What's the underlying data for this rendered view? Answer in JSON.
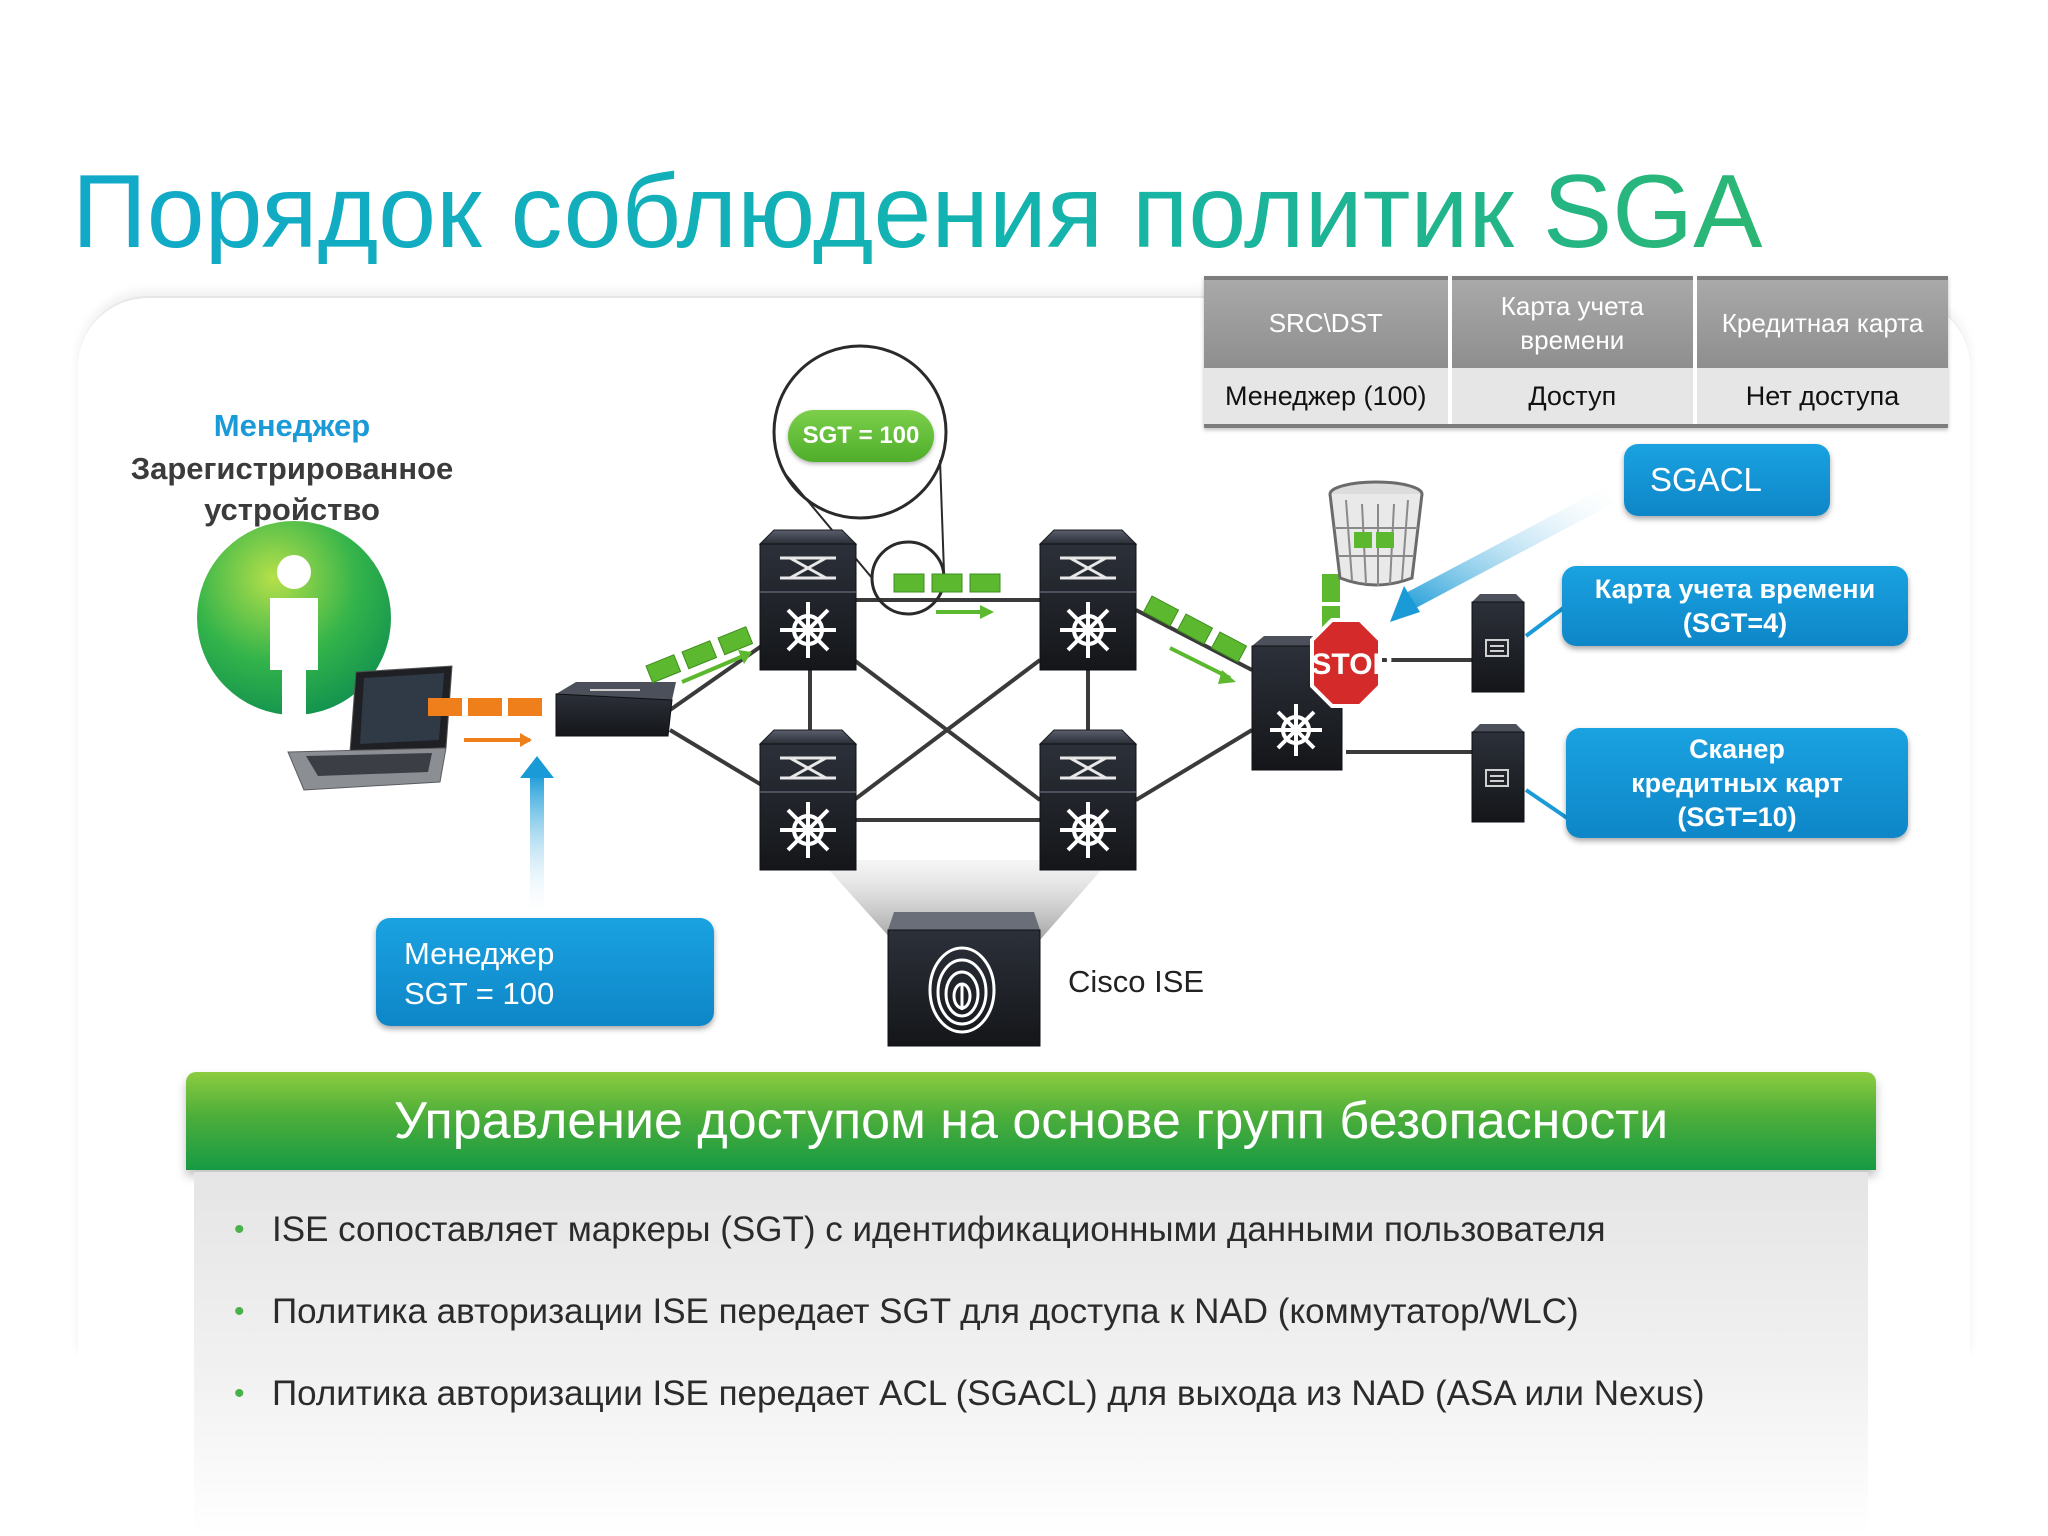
{
  "title": "Порядок соблюдения политик SGA",
  "policy_table": {
    "headers": [
      "SRC\\DST",
      "Карта учета времени",
      "Кредитная карта"
    ],
    "rows": [
      [
        "Менеджер (100)",
        "Доступ",
        "Нет доступа"
      ]
    ]
  },
  "user": {
    "role": "Менеджер",
    "device_line1": "Зарегистрированное",
    "device_line2": "устройство"
  },
  "sgt_pill": "SGT = 100",
  "stop_sign": "STOP",
  "callouts": {
    "sgacl": "SGACL",
    "time_card_line1": "Карта учета времени",
    "time_card_line2": "(SGT=4)",
    "scanner_line1": "Сканер",
    "scanner_line2": "кредитных карт",
    "scanner_line3": "(SGT=10)",
    "manager_line1": "Менеджер",
    "manager_line2": "SGT = 100"
  },
  "cisco_ise": "Cisco ISE",
  "banner": "Управление доступом на основе групп безопасности",
  "bullets": [
    "ISE сопоставляет маркеры (SGT) с идентификационными данными пользователя",
    "Политика авторизации ISE передает SGT для доступа к NAD (коммутатор/WLC)",
    "Политика авторизации ISE передает ACL (SGACL) для выхода из NAD (ASA или Nexus)"
  ],
  "colors": {
    "title_start": "#11a9c9",
    "title_end": "#2bb673",
    "callout_blue": "#1aa2e0",
    "banner_green": "#4cae3a",
    "packet_green": "#5cb82e",
    "packet_orange": "#ef7f1a",
    "stop_red": "#d42a2a"
  },
  "icons": [
    "user-icon",
    "laptop-icon",
    "access-switch-icon",
    "core-switch-icon",
    "server-icon",
    "trash-bin-icon",
    "stop-sign-icon",
    "fingerprint-icon"
  ]
}
